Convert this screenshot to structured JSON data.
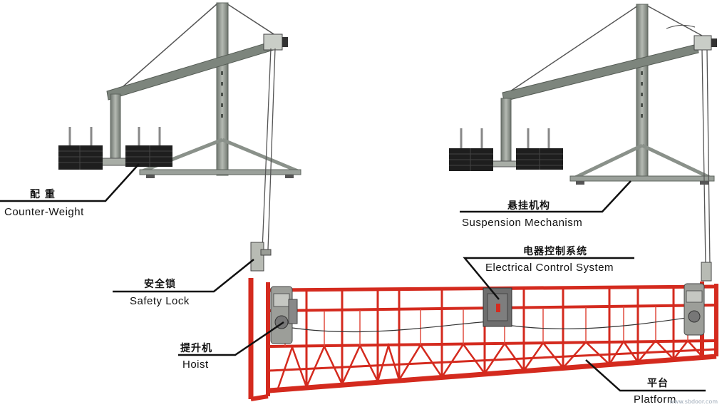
{
  "labels": {
    "counterweight": {
      "zh": "配 重",
      "en": "Counter-Weight"
    },
    "suspension": {
      "zh": "悬挂机构",
      "en": "Suspension Mechanism"
    },
    "control": {
      "zh": "电器控制系统",
      "en": "Electrical Control System"
    },
    "safety_lock": {
      "zh": "安全锁",
      "en": "Safety Lock"
    },
    "hoist": {
      "zh": "提升机",
      "en": "Hoist"
    },
    "platform": {
      "zh": "平台",
      "en": "Platform"
    }
  },
  "watermark": "www.sbdoor.com",
  "colors": {
    "platform_red": "#d42a1e",
    "steel": "#8d948c",
    "weight_black": "#1e1e1e",
    "control_box": "#6e6e6e"
  }
}
